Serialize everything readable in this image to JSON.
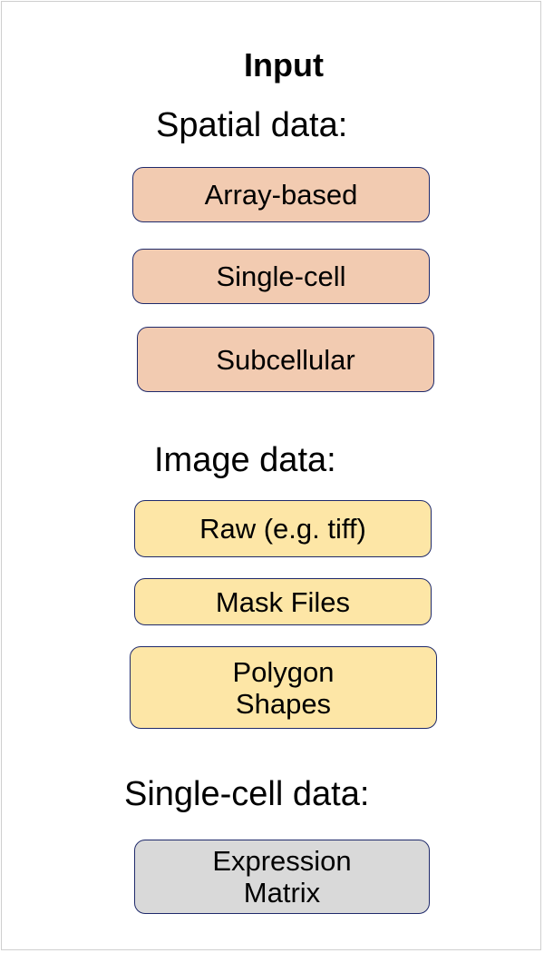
{
  "title": "Input",
  "spatial": {
    "heading": "Spatial data:",
    "items": [
      "Array-based",
      "Single-cell",
      "Subcellular"
    ]
  },
  "image": {
    "heading": "Image data:",
    "items": [
      "Raw (e.g. tiff)",
      "Mask Files",
      "Polygon\nShapes"
    ]
  },
  "singlecell": {
    "heading": "Single-cell data:",
    "items": [
      "Expression\nMatrix"
    ]
  },
  "colors": {
    "spatial_fill": "#f2cbb1",
    "image_fill": "#fde6a6",
    "singlecell_fill": "#d9d9d9",
    "border": "#1f2a6b"
  }
}
